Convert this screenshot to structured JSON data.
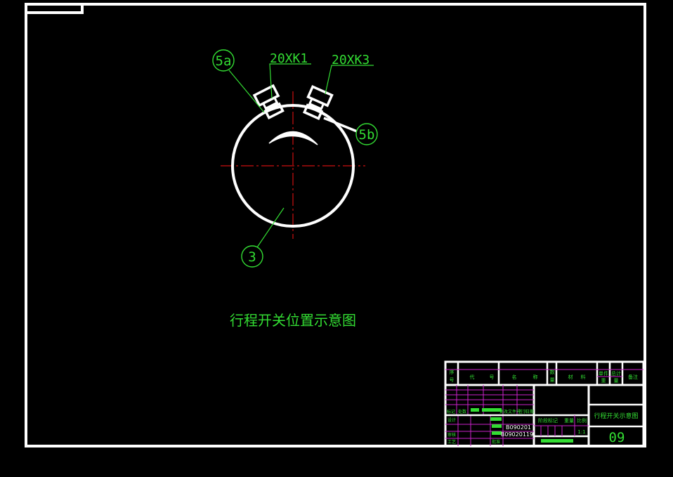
{
  "drawing": {
    "caption": "行程开关位置示意图",
    "labels": {
      "balloon_5a": "5a",
      "balloon_5b": "5b",
      "balloon_3": "3",
      "switch_left": "20XK1",
      "switch_right": "20XK3"
    }
  },
  "title_block": {
    "header": {
      "seq_top": "序",
      "seq_bottom": "号",
      "code_a": "代",
      "code_b": "号",
      "name_a": "名",
      "name_b": "称",
      "qty_top": "数",
      "qty_bottom": "量",
      "material_a": "材",
      "material_b": "料",
      "single_top": "单件",
      "single_bottom": "重",
      "total_top": "总计",
      "total_bottom": "量",
      "remarks": "备注"
    },
    "rev_row": {
      "mark": "标记",
      "count": "处数",
      "file": "更改文件号",
      "sign": "签字",
      "date": "日期"
    },
    "left_rows": {
      "design": "设计",
      "check": "审核",
      "craft": "工艺",
      "approve": "批准"
    },
    "stage_row": {
      "stage": "阶段标记",
      "weight": "重量",
      "scale": "比例",
      "scale_value": "1:1"
    },
    "codes": {
      "line1": "B090201",
      "line2": "B09020119"
    },
    "drawing_name": "行程开关示意图",
    "sheet_number": "09"
  },
  "colors": {
    "frame": "#ffffff",
    "label": "#33dd33",
    "center_line": "#cc1111",
    "grid": "#cc22cc",
    "fill_block": "#33dd33"
  }
}
